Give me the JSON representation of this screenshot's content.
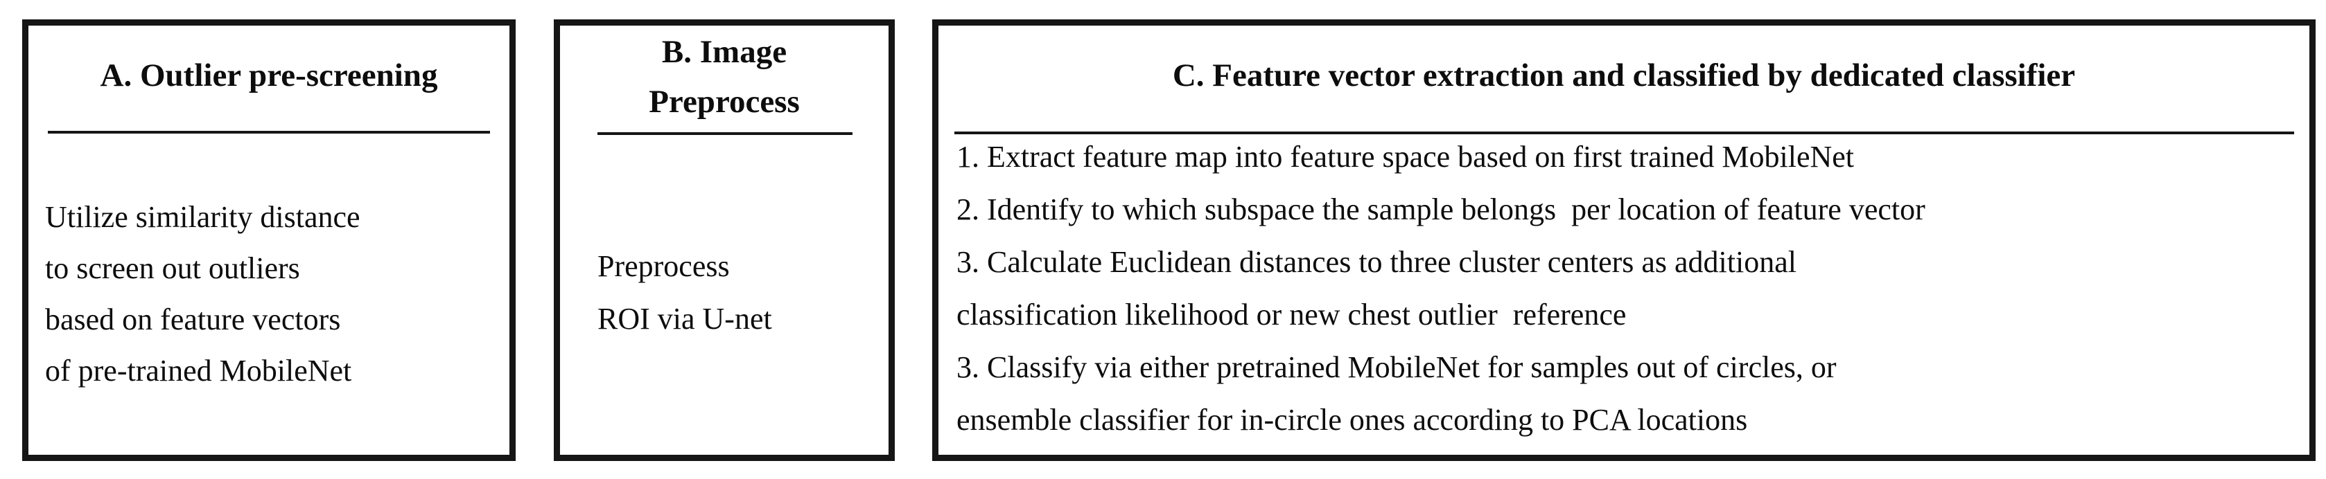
{
  "figure": {
    "background": "#ffffff",
    "text_color": "#0d0d0d",
    "border_color": "#161616"
  },
  "panels": [
    {
      "label": "A",
      "title": "A. Outlier pre-screening",
      "body_lines": [
        "Utilize similarity distance",
        "to screen out outliers",
        "based on feature vectors",
        "of pre-trained MobileNet"
      ]
    },
    {
      "label": "B",
      "title_lines": [
        "B. Image",
        "Preprocess"
      ],
      "body_lines": [
        "Preprocess",
        "ROI via U-net"
      ]
    },
    {
      "label": "C",
      "title": "C. Feature vector extraction and classified by dedicated classifier",
      "body_lines": [
        "1. Extract feature map into feature space based on first trained MobileNet",
        "2. Identify to which subspace the sample belongs  per location of feature vector",
        "3. Calculate Euclidean distances to three cluster centers as additional",
        "classification likelihood or new chest outlier  reference",
        "3. Classify via either pretrained MobileNet for samples out of circles, or",
        "ensemble classifier for in-circle ones according to PCA locations"
      ]
    }
  ]
}
